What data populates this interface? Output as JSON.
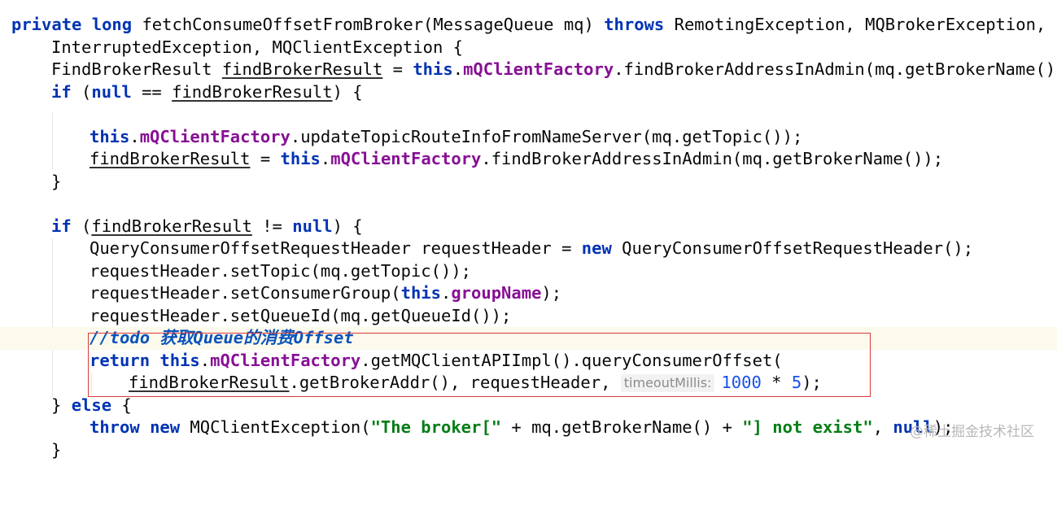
{
  "editor": {
    "highlight_color": "#d93b3b",
    "current_line_color": "#fcfaed",
    "keyword_color": "#0033b3",
    "field_color": "#871094",
    "string_color": "#067d17",
    "number_color": "#1750eb",
    "comment_color": "#0a53b8"
  },
  "code": {
    "l1": {
      "kw_private": "private",
      "kw_long": "long",
      "sig": " fetchConsumeOffsetFromBroker(MessageQueue mq) ",
      "kw_throws": "throws",
      "exc1": " RemotingException, MQBrokerException,"
    },
    "l2": {
      "text": "InterruptedException, MQClientException {"
    },
    "l3": {
      "type": "FindBrokerResult ",
      "var": "findBrokerResult",
      "eq": " = ",
      "kw_this": "this",
      "dot": ".",
      "field": "mQClientFactory",
      "rest": ".findBrokerAddressInAdmin(mq.getBrokerName());"
    },
    "l4": {
      "kw_if": "if",
      "p1": " (",
      "kw_null": "null",
      "p2": " == ",
      "var": "findBrokerResult",
      "p3": ") {"
    },
    "l6": {
      "kw_this": "this",
      "dot": ".",
      "field": "mQClientFactory",
      "rest": ".updateTopicRouteInfoFromNameServer(mq.getTopic());"
    },
    "l7": {
      "var": "findBrokerResult",
      "eq": " = ",
      "kw_this": "this",
      "dot": ".",
      "field": "mQClientFactory",
      "rest": ".findBrokerAddressInAdmin(mq.getBrokerName());"
    },
    "l8": {
      "text": "}"
    },
    "l10": {
      "kw_if": "if",
      "p1": " (",
      "var": "findBrokerResult",
      "p2": " != ",
      "kw_null": "null",
      "p3": ") {"
    },
    "l11": {
      "a": "QueryConsumerOffsetRequestHeader requestHeader = ",
      "kw_new": "new",
      "b": " QueryConsumerOffsetRequestHeader();"
    },
    "l12": {
      "text": "requestHeader.setTopic(mq.getTopic());"
    },
    "l13": {
      "a": "requestHeader.setConsumerGroup(",
      "kw_this": "this",
      "dot": ".",
      "field": "groupName",
      "b": ");"
    },
    "l14": {
      "text": "requestHeader.setQueueId(mq.getQueueId());"
    },
    "l15": {
      "text": "//todo 获取Queue的消费Offset"
    },
    "l16": {
      "kw_return": "return",
      "sp": " ",
      "kw_this": "this",
      "dot": ".",
      "field": "mQClientFactory",
      "rest": ".getMQClientAPIImpl().queryConsumerOffset("
    },
    "l17": {
      "var": "findBrokerResult",
      "a": ".getBrokerAddr(), requestHeader, ",
      "hint": "timeoutMillis:",
      "num1": "1000",
      "op": " * ",
      "num2": "5",
      "b": ");"
    },
    "l18": {
      "a": "} ",
      "kw_else": "else",
      "b": " {"
    },
    "l19": {
      "kw_throw": "throw",
      "sp1": " ",
      "kw_new": "new",
      "a": " MQClientException(",
      "str1": "\"The broker[\"",
      "b": " + mq.getBrokerName() + ",
      "str2": "\"] not exist\"",
      "c": ", ",
      "kw_null": "null",
      "d": ");"
    },
    "l20": {
      "text": "}"
    }
  },
  "watermark": {
    "text": "@稀土掘金技术社区"
  }
}
